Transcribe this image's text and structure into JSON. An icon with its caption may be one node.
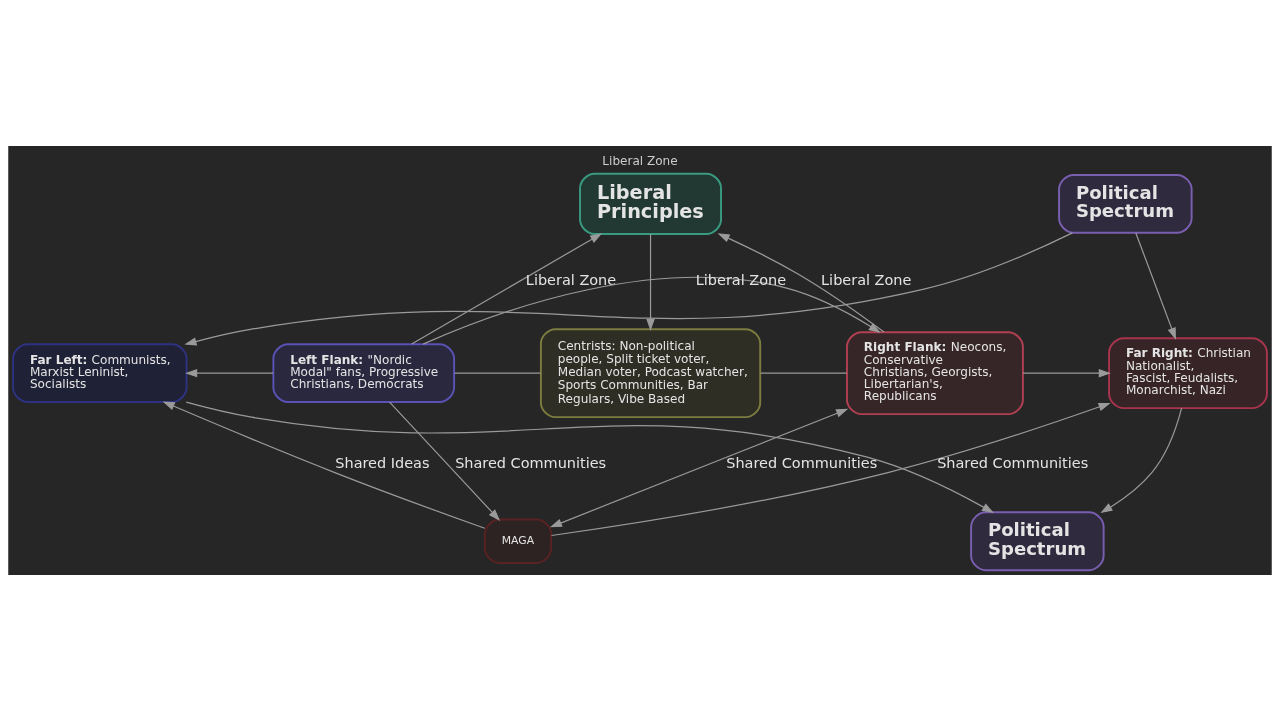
{
  "diagram": {
    "title": "Liberal Zone",
    "nodes": [
      {
        "text": [
          "Political Spectrum"
        ]
      },
      {
        "text": [
          "Liberal Principles"
        ]
      },
      {
        "text": [
          "**Far Left:** Communists, Marxist Leninist, Socialists"
        ]
      },
      {
        "text": [
          "**Left Flank:** \"Nordic Modal\" fans, Progressive Christians, Democrats"
        ]
      },
      {
        "text": [
          "Centrists: Non-political people, Split ticket voter, Median voter, Podcast watcher, Sports Communities, Bar Regulars, Vibe Based"
        ]
      },
      {
        "text": [
          "**Right Flank:** Neocons, Conservative Christians, Georgists, Libertarian's, Republicans"
        ]
      },
      {
        "text": [
          "**Far Right:** Christian Nationalist, Fascist, Feudalists, Monarchist, Nazi"
        ]
      },
      {
        "text": [
          "MAGA"
        ]
      },
      {
        "text": [
          "Political Spectrum"
        ]
      }
    ],
    "edges": [
      {
        "from": 0,
        "to": 2,
        "arrow": "to"
      },
      {
        "from": 0,
        "to": 6,
        "arrow": "to"
      },
      {
        "from": 3,
        "to": 1,
        "arrow": "to",
        "label": "Liberal Zone"
      },
      {
        "from": 5,
        "to": 1,
        "arrow": "to",
        "label": "Liberal Zone"
      },
      {
        "from": 1,
        "to": 4,
        "arrow": "to"
      },
      {
        "from": 3,
        "to": 2,
        "arrow": "to"
      },
      {
        "from": 3,
        "to": 4,
        "arrow": "none"
      },
      {
        "from": 4,
        "to": 5,
        "arrow": "none"
      },
      {
        "from": 5,
        "to": 6,
        "arrow": "to"
      },
      {
        "from": 3,
        "to": 5,
        "arrow": "to",
        "label": "Liberal Zone"
      },
      {
        "from": 3,
        "to": 7,
        "arrow": "to",
        "label": "Shared Communities"
      },
      {
        "from": 5,
        "to": 7,
        "arrow": "both",
        "label": "Shared Communities"
      },
      {
        "from": 7,
        "to": 2,
        "arrow": "to",
        "label": "Shared Ideas"
      },
      {
        "from": 7,
        "to": 6,
        "arrow": "to",
        "label": "Shared Communities"
      },
      {
        "from": 2,
        "to": 8,
        "arrow": "to"
      },
      {
        "from": 6,
        "to": 8,
        "arrow": "to"
      }
    ]
  }
}
